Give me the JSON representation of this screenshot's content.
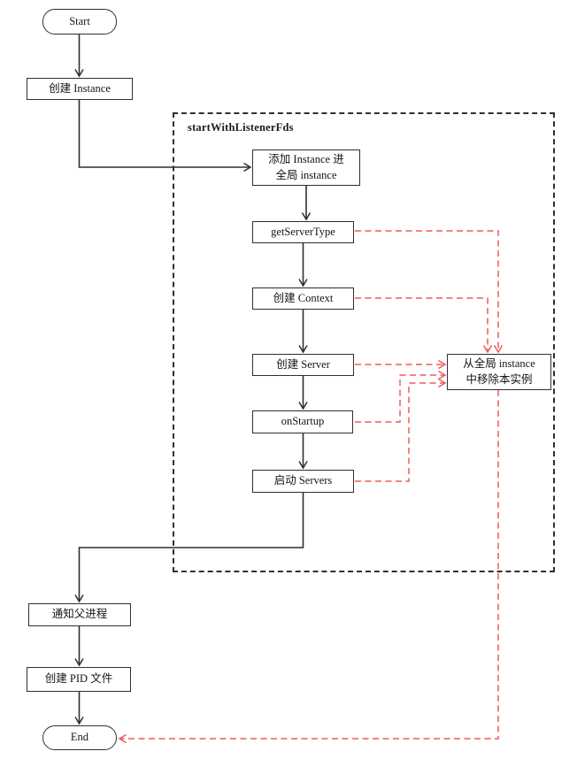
{
  "colors": {
    "flow_edge": "#2f2f2f",
    "error_edge": "#ee5b5b",
    "node_background": "#ffffff"
  },
  "container": {
    "label": "startWithListenerFds"
  },
  "nodes": {
    "start": {
      "label": "Start"
    },
    "create_instance": {
      "label": "创建 Instance"
    },
    "add_instance": {
      "label": "添加 Instance 进\n全局 instance"
    },
    "get_server_type": {
      "label": "getServerType"
    },
    "create_context": {
      "label": "创建 Context"
    },
    "create_server": {
      "label": "创建 Server"
    },
    "on_startup": {
      "label": "onStartup"
    },
    "start_servers": {
      "label": "启动 Servers"
    },
    "remove_instance": {
      "label": "从全局 instance\n中移除本实例"
    },
    "notify_parent": {
      "label": "通知父进程"
    },
    "create_pid": {
      "label": "创建 PID 文件"
    },
    "end": {
      "label": "End"
    }
  },
  "edges": {
    "flow": [
      {
        "from": "start",
        "to": "create_instance",
        "style": "solid"
      },
      {
        "from": "create_instance",
        "to": "add_instance",
        "style": "solid"
      },
      {
        "from": "add_instance",
        "to": "get_server_type",
        "style": "solid"
      },
      {
        "from": "get_server_type",
        "to": "create_context",
        "style": "solid"
      },
      {
        "from": "create_context",
        "to": "create_server",
        "style": "solid"
      },
      {
        "from": "create_server",
        "to": "on_startup",
        "style": "solid"
      },
      {
        "from": "on_startup",
        "to": "start_servers",
        "style": "solid"
      },
      {
        "from": "start_servers",
        "to": "notify_parent",
        "style": "solid"
      },
      {
        "from": "notify_parent",
        "to": "create_pid",
        "style": "solid"
      },
      {
        "from": "create_pid",
        "to": "end",
        "style": "solid"
      }
    ],
    "error": [
      {
        "from": "get_server_type",
        "to": "remove_instance",
        "style": "red-dashed"
      },
      {
        "from": "create_context",
        "to": "remove_instance",
        "style": "red-dashed"
      },
      {
        "from": "create_server",
        "to": "remove_instance",
        "style": "red-dashed"
      },
      {
        "from": "on_startup",
        "to": "remove_instance",
        "style": "red-dashed"
      },
      {
        "from": "start_servers",
        "to": "remove_instance",
        "style": "red-dashed"
      },
      {
        "from": "remove_instance",
        "to": "end",
        "style": "red-dashed"
      }
    ]
  }
}
